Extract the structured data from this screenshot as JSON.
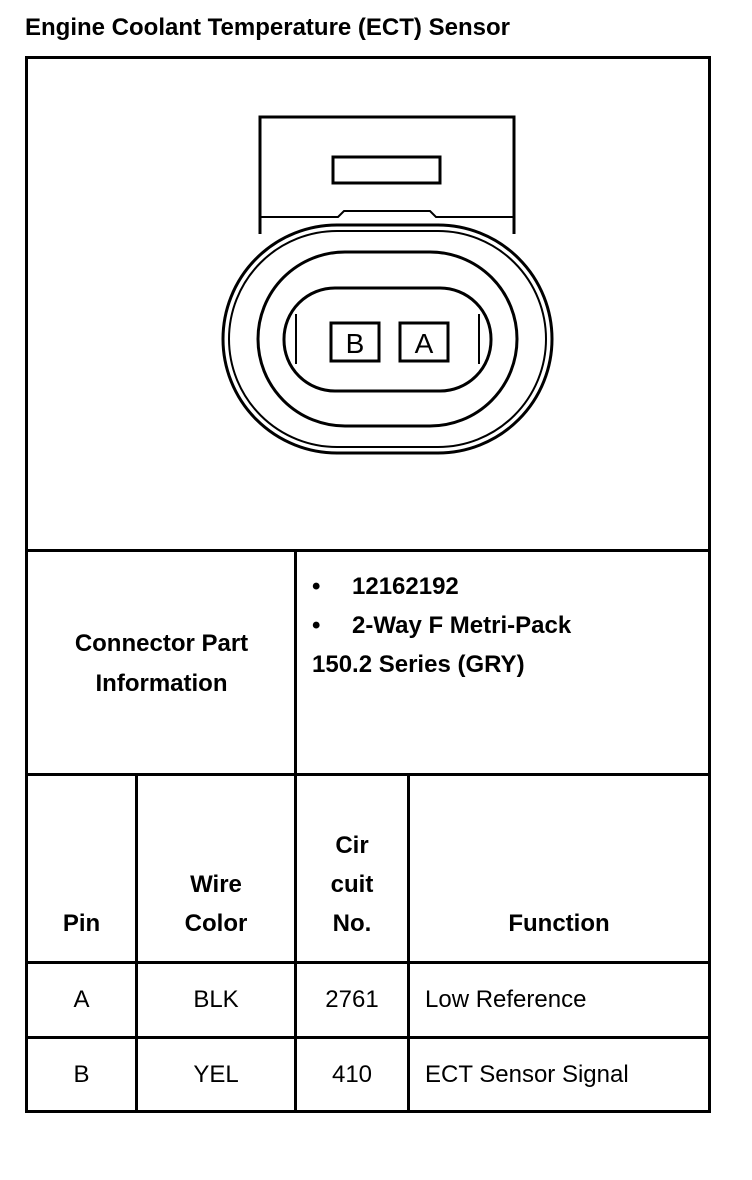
{
  "title": "Engine Coolant Temperature (ECT) Sensor",
  "connector": {
    "pin_labels": [
      "B",
      "A"
    ]
  },
  "part_info": {
    "label": "Connector Part Information",
    "bullets": [
      "12162192",
      "2-Way F Metri-Pack"
    ],
    "extra": "150.2 Series (GRY)"
  },
  "table": {
    "headers": {
      "pin": "Pin",
      "wire_color": [
        "Wire",
        "Color"
      ],
      "circuit": [
        "Cir",
        "cuit",
        "No."
      ],
      "function": "Function"
    },
    "rows": [
      {
        "pin": "A",
        "wire_color": "BLK",
        "circuit": "2761",
        "function": "Low Reference"
      },
      {
        "pin": "B",
        "wire_color": "YEL",
        "circuit": "410",
        "function": "ECT Sensor Signal"
      }
    ]
  }
}
